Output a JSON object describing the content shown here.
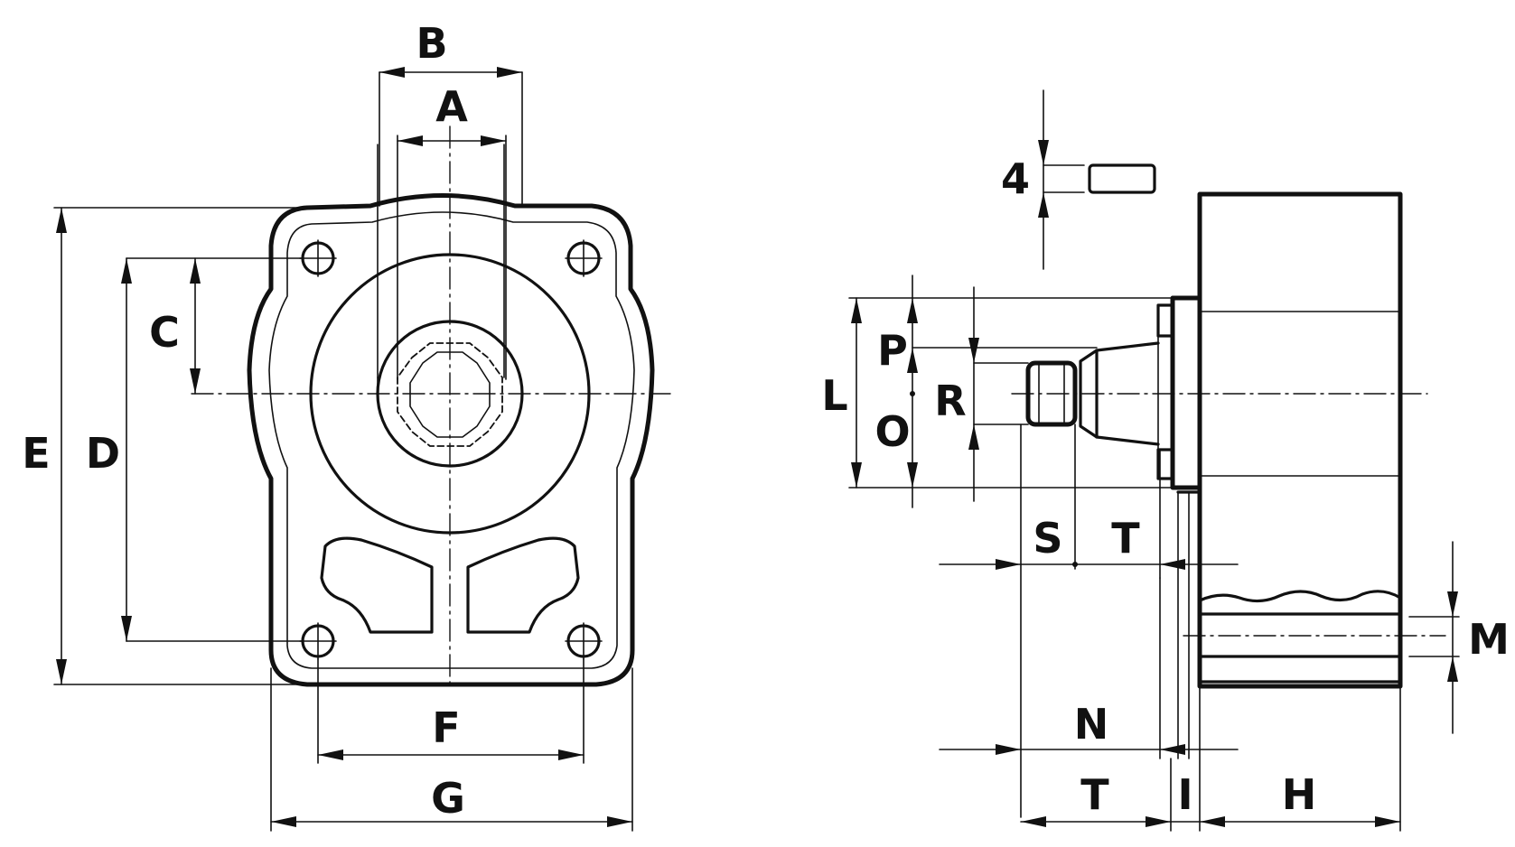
{
  "labels": {
    "A": "A",
    "B": "B",
    "C": "C",
    "D": "D",
    "E": "E",
    "F": "F",
    "G": "G",
    "four": "4",
    "L": "L",
    "P": "P",
    "R": "R",
    "O": "O",
    "S": "S",
    "T_upper": "T",
    "M": "M",
    "N": "N",
    "T_lower": "T",
    "I": "I",
    "H": "H"
  },
  "colors": {
    "ink": "#111111",
    "background": "#ffffff"
  }
}
